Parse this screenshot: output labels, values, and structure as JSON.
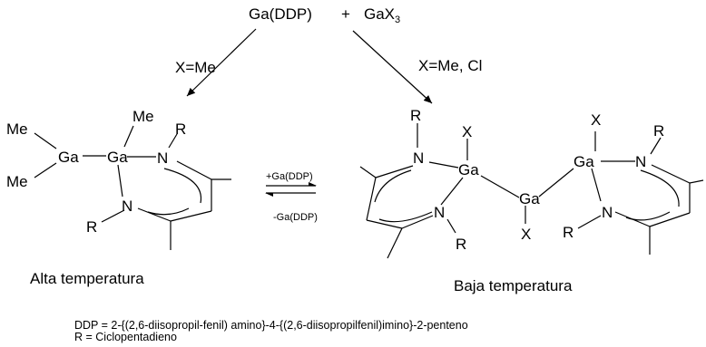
{
  "reaction": {
    "reactant_1": "Ga(DDP)",
    "plus": "+",
    "reactant_2_base": "GaX",
    "reactant_2_sub": "3",
    "left_condition": "X=Me",
    "right_condition": "X=Me, Cl"
  },
  "equilibrium": {
    "forward_label": "+Ga(DDP)",
    "reverse_label": "-Ga(DDP)"
  },
  "left_structure": {
    "atoms": {
      "ga": "Ga",
      "n": "N",
      "me": "Me",
      "r": "R"
    },
    "caption": "Alta temperatura"
  },
  "right_structure": {
    "atoms": {
      "ga": "Ga",
      "n": "N",
      "x": "X",
      "r": "R"
    },
    "caption": "Baja temperatura"
  },
  "footnotes": {
    "ddp_definition": "DDP = 2-{(2,6-diisopropil-fenil) amino}-4-{(2,6-diisopropilfenil)imino}-2-penteno",
    "r_definition": "R = Ciclopentadieno"
  }
}
